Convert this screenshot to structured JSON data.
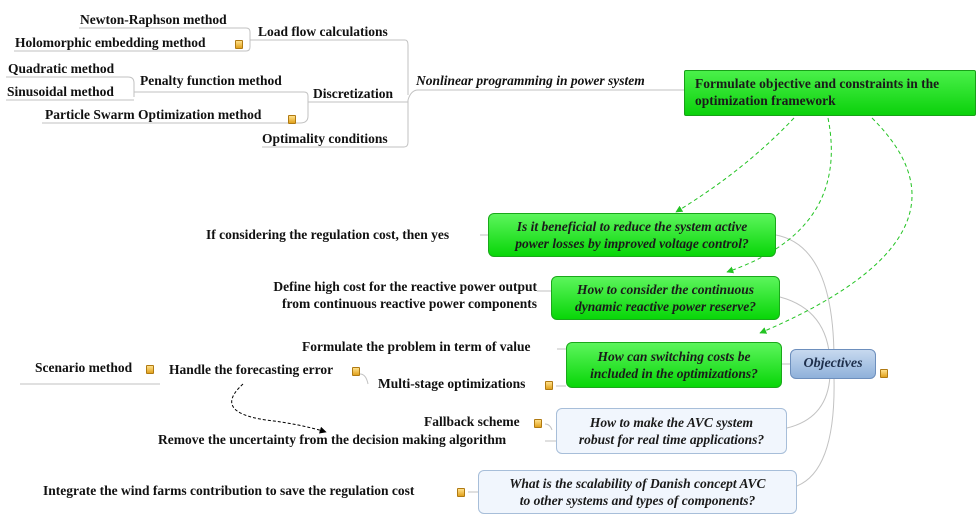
{
  "topics": {
    "newton_raphson": "Newton-Raphson method",
    "holomorphic": "Holomorphic embedding method",
    "load_flow": "Load flow calculations",
    "quadratic": "Quadratic method",
    "sinusoidal": "Sinusoidal method",
    "penalty_function": "Penalty function method",
    "pso": "Particle Swarm Optimization method",
    "discretization": "Discretization",
    "optimality": "Optimality conditions",
    "nonlinear_programming": "Nonlinear programming in power system",
    "regulation_cost_yes": "If considering the regulation cost, then yes",
    "high_cost_line1": "Define high cost for the reactive power output",
    "high_cost_line2": "from continuous reactive power components",
    "formulate_value": "Formulate the problem in term of value",
    "scenario_method": "Scenario method",
    "forecasting_error": "Handle the forecasting error",
    "multistage": "Multi-stage optimizations",
    "fallback": "Fallback scheme",
    "remove_uncertainty": "Remove the uncertainty from the decision making algorithm",
    "integrate_wind": "Integrate the wind farms contribution to save the regulation cost",
    "objectives": "Objectives"
  },
  "boxes": {
    "root": {
      "line1": "Formulate objective and constraints in the",
      "line2": "optimization framework"
    },
    "q_losses": {
      "line1": "Is it beneficial to reduce the system active",
      "line2": "power losses by improved voltage control?"
    },
    "q_reserve": {
      "line1": "How to consider the continuous",
      "line2": "dynamic reactive power reserve?"
    },
    "q_switching": {
      "line1": "How can switching costs be",
      "line2": "included in the optimizations?"
    },
    "q_robust": {
      "line1": "How to make the AVC system",
      "line2": "robust for real time applications?"
    },
    "q_scalability": {
      "line1": "What is the scalability of Danish concept AVC",
      "line2": "to other systems and types of components?"
    }
  },
  "colors": {
    "green_box": "#0bd10b",
    "light_box": "#f1f6fd",
    "objectives": "#8fb1da",
    "connector": "#c0c0c0",
    "dashed_arrow_green": "#22c322",
    "dashed_arrow_black": "#000000"
  },
  "icons": [
    "note-icon"
  ]
}
